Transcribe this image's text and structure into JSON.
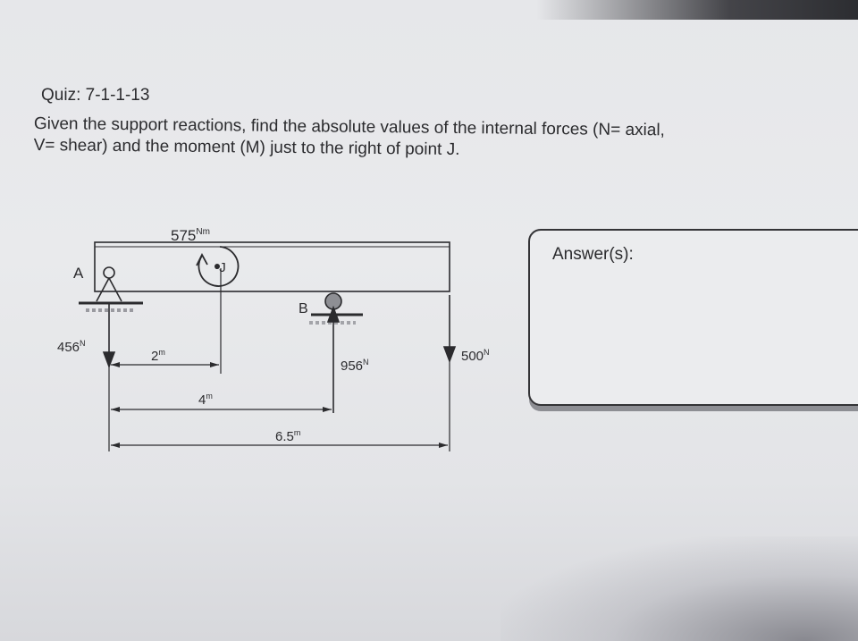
{
  "quiz": {
    "title": "Quiz: 7-1-1-13",
    "question_line1": "Given the support reactions, find the absolute values of the internal forces (N= axial,",
    "question_line2": "V= shear) and the moment (M) just to the right of point J."
  },
  "diagram": {
    "point_a": "A",
    "point_b": "B",
    "point_j": "•J",
    "moment_value": "575",
    "moment_unit": "Nm",
    "reaction_a_value": "456",
    "reaction_a_unit": "N",
    "reaction_b_value": "956",
    "reaction_b_unit": "N",
    "load_value": "500",
    "load_unit": "N",
    "dim_j_value": "2",
    "dim_b_value": "4",
    "dim_end_value": "6.5",
    "dim_unit": "m"
  },
  "answer": {
    "label": "Answer(s):"
  },
  "colors": {
    "ink": "#2b2b2e",
    "paper": "#e9eaec"
  }
}
